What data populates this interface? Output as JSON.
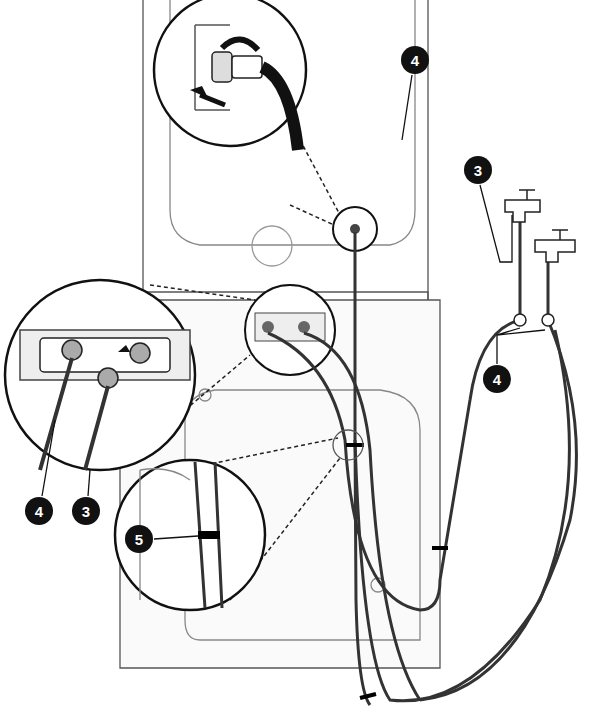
{
  "diagram": {
    "labels": [
      "4",
      "3",
      "4",
      "4",
      "3",
      "5"
    ]
  }
}
